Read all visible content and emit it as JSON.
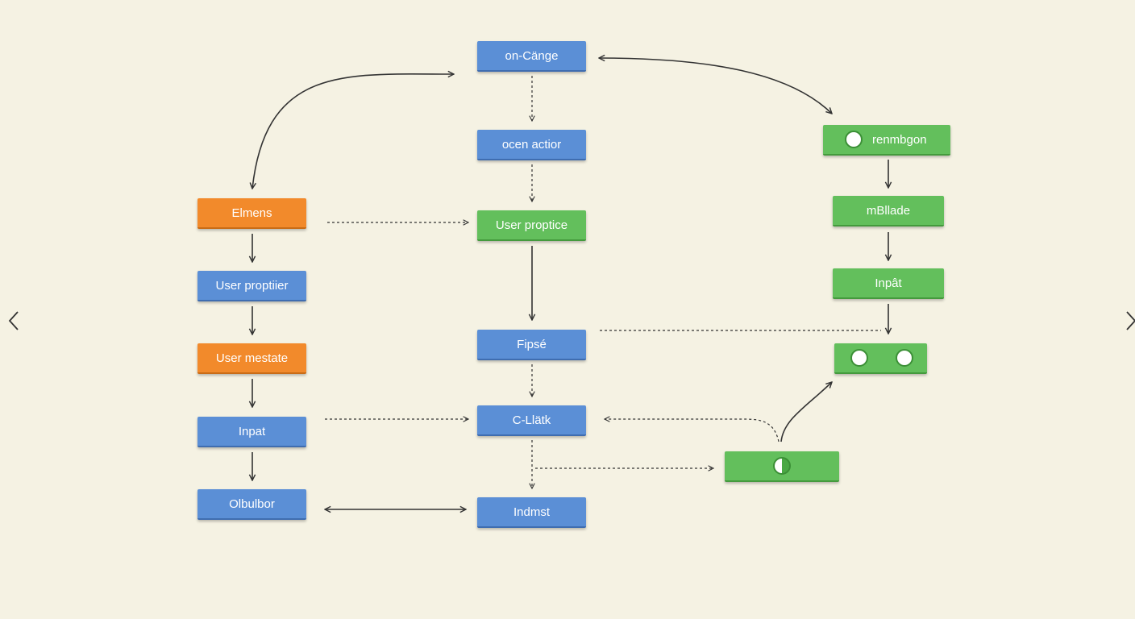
{
  "nodes": {
    "on_change": "on-Cänge",
    "ocen_action": "ocen actior",
    "user_proptice": "User proptice",
    "fipsé": "Fipsé",
    "click": "C-Llätk",
    "indmst": "Indmst",
    "elmens": "Elmens",
    "user_proptiier": "User proptiier",
    "user_mestate": "User mestate",
    "inpat": "Inpat",
    "olbulbor": "Olbulbor",
    "renmbgon": "renmbgon",
    "mblade": "mBllade",
    "inpat_right": "Inpât"
  },
  "colors": {
    "background": "#f5f2e3",
    "blue": "#5b8fd6",
    "orange": "#f28a2b",
    "green": "#63bf5c",
    "arrow": "#333333"
  },
  "icons": {
    "nav_left": "chevron-left-icon",
    "nav_right": "chevron-right-icon",
    "toggle": "toggle-circle-icon"
  }
}
